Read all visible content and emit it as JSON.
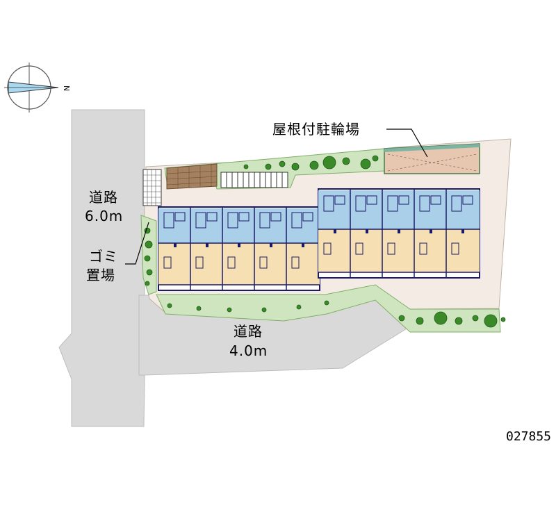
{
  "labels": {
    "road_west_name": "道路",
    "road_west_width": "6.0m",
    "road_south_name": "道路",
    "road_south_width": "4.0m",
    "garbage_line1": "ゴミ",
    "garbage_line2": "置場",
    "bicycle_parking": "屋根付駐輪場",
    "map_code": "027855",
    "compass_north": "N"
  },
  "colors": {
    "road": "#d9d9d9",
    "site_ground": "#f4ece4",
    "building_outline": "#1a1a6a",
    "room_floor": "#f7dfb4",
    "bath_area": "#a9cfe9",
    "green": "#3a8a2a",
    "bike_roof": "#e9c9b4",
    "brick": "#8a6a4a"
  },
  "icons": [
    "compass-icon"
  ]
}
